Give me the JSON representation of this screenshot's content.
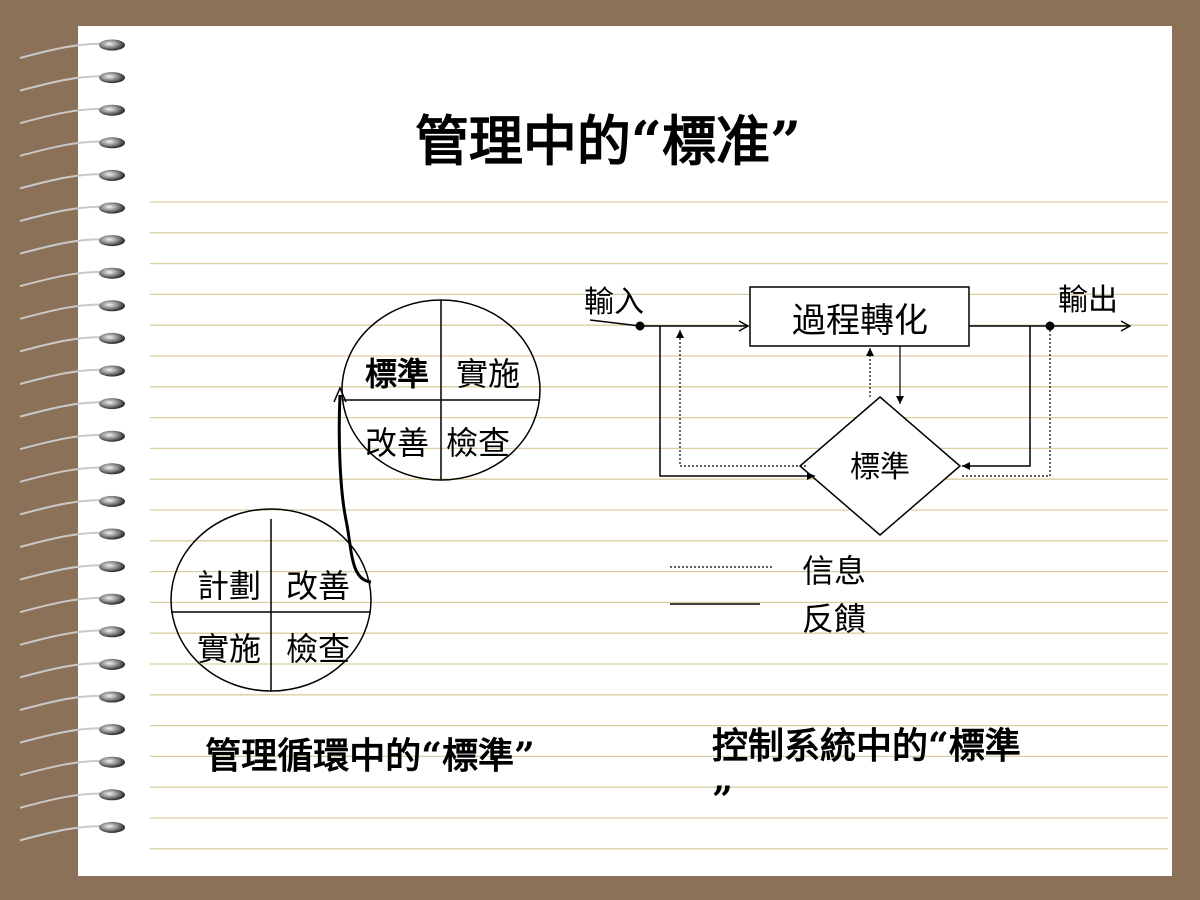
{
  "slide": {
    "title": "管理中的“標准”"
  },
  "pdca": {
    "big_circle": {
      "cells": [
        "計劃",
        "改善",
        "實施",
        "檢查"
      ]
    },
    "small_circle": {
      "cells": [
        "標準",
        "實施",
        "改善",
        "檢查"
      ]
    },
    "caption": "管理循環中的“標準”"
  },
  "control_system": {
    "input_label": "輸入",
    "process_label": "過程轉化",
    "output_label": "輸出",
    "standard_label": "標準",
    "legend": {
      "info_label": "信息",
      "feedback_label": "反饋"
    },
    "caption_line1": "控制系統中的“標準",
    "caption_line2": "”"
  },
  "colors": {
    "frame": "#8b7157",
    "paper": "#ffffff",
    "ruled_line": "#d9cfa0",
    "ink": "#000000"
  }
}
